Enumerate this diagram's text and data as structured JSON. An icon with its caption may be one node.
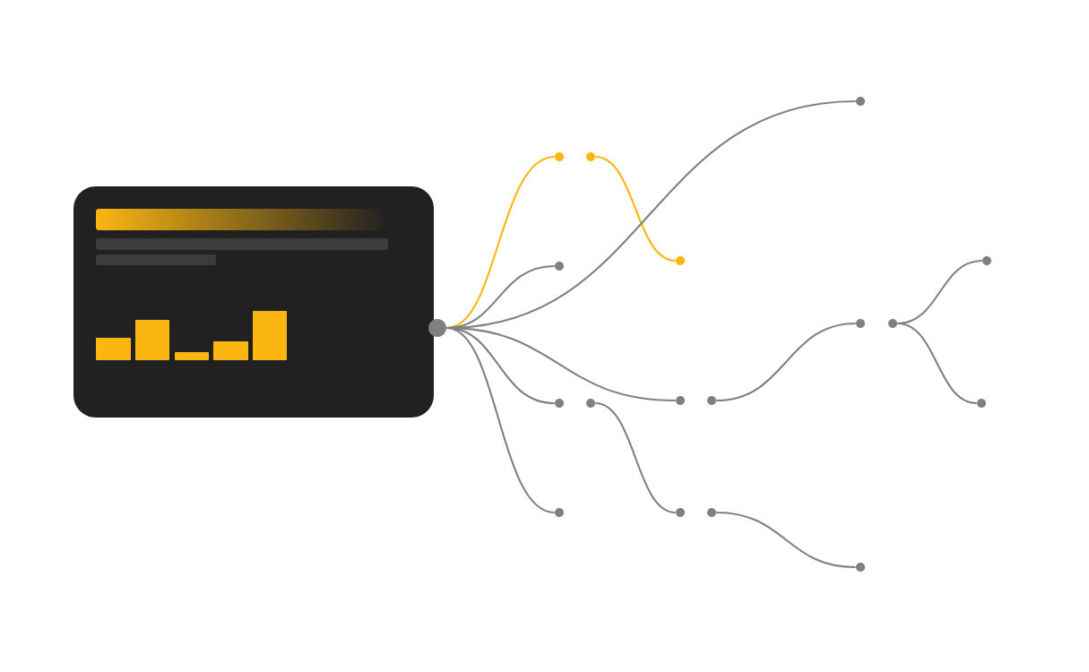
{
  "diagram": {
    "nodes": [
      {
        "text": [],
        "shape": "circle"
      },
      {
        "text": [],
        "shape": "circle"
      },
      {
        "text": [],
        "shape": "circle"
      },
      {
        "text": [],
        "shape": "circle"
      },
      {
        "text": [],
        "shape": "circle"
      },
      {
        "text": [],
        "shape": "circle"
      },
      {
        "text": [],
        "shape": "circle"
      },
      {
        "text": [],
        "shape": "circle"
      },
      {
        "text": [],
        "shape": "circle"
      },
      {
        "text": [],
        "shape": "circle"
      },
      {
        "text": [],
        "shape": "circle"
      },
      {
        "text": [],
        "shape": "circle"
      },
      {
        "text": [],
        "shape": "circle"
      },
      {
        "text": [],
        "shape": "circle"
      },
      {
        "text": [],
        "shape": "circle"
      },
      {
        "text": [],
        "shape": "circle"
      },
      {
        "text": [],
        "shape": "circle"
      },
      {
        "text": [],
        "shape": "circle"
      }
    ],
    "edges": [
      {
        "from": 0,
        "to": 1,
        "arrow": "none",
        "color": "#fbb612"
      },
      {
        "from": 5,
        "to": 7,
        "arrow": "none",
        "color": "#fbb612"
      },
      {
        "from": 0,
        "to": 12,
        "arrow": "none"
      },
      {
        "from": 0,
        "to": 2,
        "arrow": "none"
      },
      {
        "from": 0,
        "to": 8,
        "arrow": "none"
      },
      {
        "from": 10,
        "to": 13,
        "arrow": "none"
      },
      {
        "from": 15,
        "to": 16,
        "arrow": "none"
      },
      {
        "from": 15,
        "to": 17,
        "arrow": "none"
      },
      {
        "from": 0,
        "to": 3,
        "arrow": "none"
      },
      {
        "from": 6,
        "to": 9,
        "arrow": "none"
      },
      {
        "from": 11,
        "to": 14,
        "arrow": "none"
      },
      {
        "from": 0,
        "to": 4,
        "arrow": "none"
      }
    ]
  }
}
